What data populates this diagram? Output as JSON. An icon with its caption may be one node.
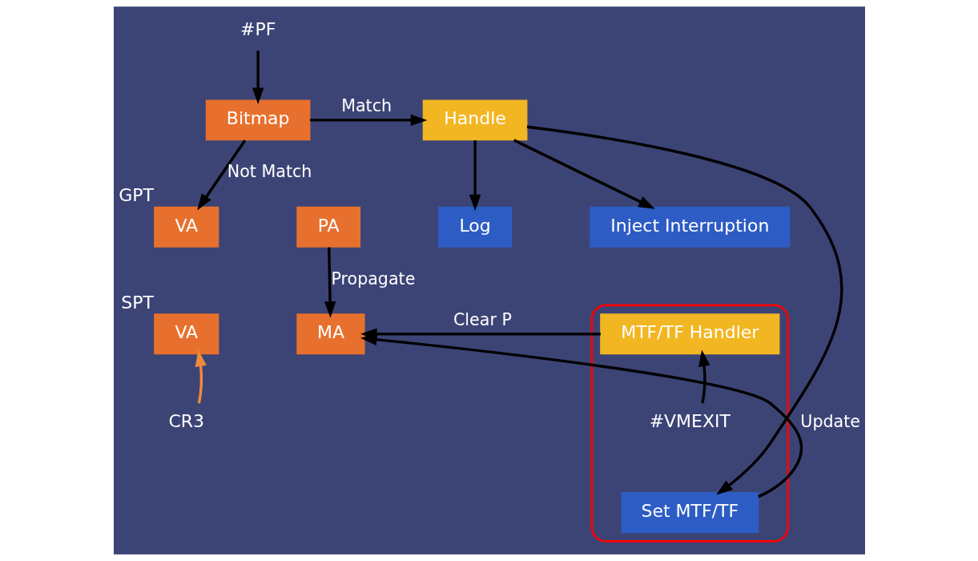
{
  "diagram": {
    "nodes": [
      {
        "text": [
          "#PF"
        ]
      },
      {
        "text": [
          "Bitmap"
        ]
      },
      {
        "text": [
          "Handle"
        ]
      },
      {
        "text": [
          "Log"
        ]
      },
      {
        "text": [
          "Inject Interruption"
        ]
      },
      {
        "text": [
          "VA"
        ],
        "beside": [
          "GPT"
        ]
      },
      {
        "text": [
          "PA"
        ]
      },
      {
        "text": [
          "VA"
        ],
        "beside": [
          "SPT"
        ]
      },
      {
        "text": [
          "MA"
        ]
      },
      {
        "text": [
          "CR3"
        ]
      },
      {
        "text": [],
        "shape": "ellipse"
      },
      {
        "text": [
          "MTF/TF Handler"
        ],
        "in": 10
      },
      {
        "text": [
          "#VMEXIT"
        ],
        "in": 10
      },
      {
        "text": [
          "Set MTF/TF"
        ],
        "in": 10
      }
    ],
    "edges": [
      {
        "from": 0,
        "to": 1,
        "arrow": "to"
      },
      {
        "from": 1,
        "to": 2,
        "arrow": "to",
        "label": "Match"
      },
      {
        "from": 1,
        "to": 5,
        "arrow": "to",
        "label": "Not Match"
      },
      {
        "from": 2,
        "to": 3,
        "arrow": "to"
      },
      {
        "from": 2,
        "to": 4,
        "arrow": "to"
      },
      {
        "from": 2,
        "to": 13,
        "arrow": "to"
      },
      {
        "from": 6,
        "to": 8,
        "arrow": "to",
        "label": "Propagate"
      },
      {
        "from": 11,
        "to": 8,
        "arrow": "to",
        "label": "Clear P"
      },
      {
        "from": 12,
        "to": 11,
        "arrow": "to"
      },
      {
        "from": 13,
        "to": 8,
        "arrow": "to",
        "label": "Update"
      },
      {
        "from": 9,
        "to": 7,
        "arrow": "to",
        "color": "#f08a3c"
      }
    ]
  }
}
